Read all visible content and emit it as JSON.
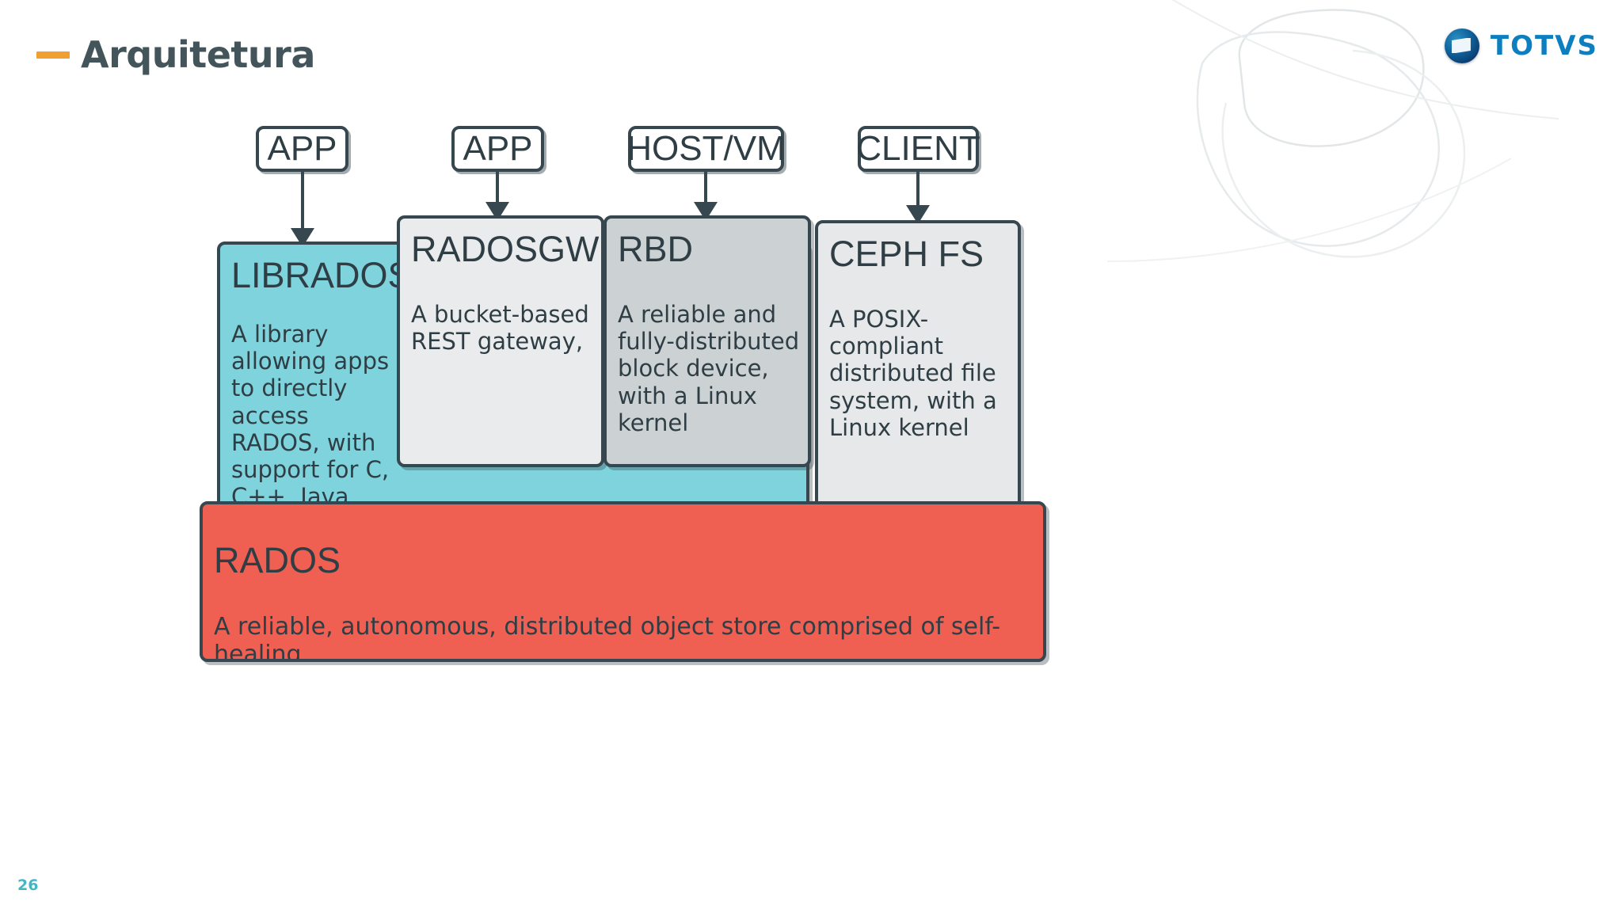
{
  "header": {
    "title": "Arquitetura",
    "dash_color": "#f0a030",
    "title_color": "#43545a"
  },
  "logo": {
    "wordmark": "TOTVS",
    "mark_name": "totvs-sphere-icon",
    "brand_color": "#0d7fc0"
  },
  "diagram": {
    "clients": [
      {
        "label": "APP"
      },
      {
        "label": "APP"
      },
      {
        "label": "HOST/VM"
      },
      {
        "label": "CLIENT"
      }
    ],
    "layers": [
      {
        "id": "librados",
        "title": "LIBRADOS",
        "body": "A library allowing apps to directly access RADOS, with support for C, C++, Java,",
        "color": "#7fd3dc"
      },
      {
        "id": "radosgw",
        "title": "RADOSGW",
        "body": "A bucket-based REST gateway,",
        "color": "#e9ebec"
      },
      {
        "id": "rbd",
        "title": "RBD",
        "body": "A reliable and fully-distributed block device, with a Linux kernel",
        "color": "#ccd2d4"
      },
      {
        "id": "cephfs",
        "title": "CEPH FS",
        "body": "A POSIX-compliant distributed file system, with a Linux kernel",
        "color": "#e6e8e9"
      },
      {
        "id": "rados",
        "title": "RADOS",
        "body": "A reliable, autonomous, distributed object store comprised of self-healing,",
        "color": "#ef5f52"
      }
    ]
  },
  "footer": {
    "page_number": "26",
    "page_number_color": "#41b6c4"
  }
}
